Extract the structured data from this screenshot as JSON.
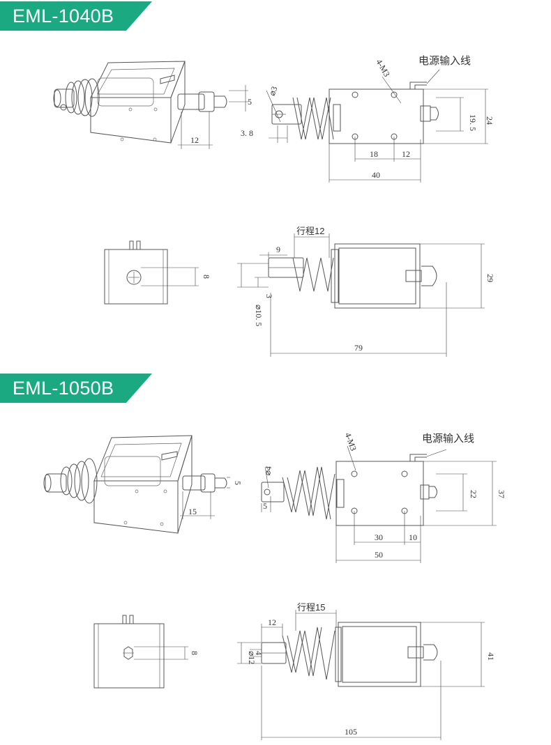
{
  "sections": [
    {
      "model": "EML-1040B",
      "power_label": "电源输入线",
      "dims": {
        "screw": "4-M3",
        "hole": "⌀3",
        "d_38": "3. 8",
        "d_5": "5",
        "d_12_iso": "12",
        "d_195": "19. 5",
        "d_24": "24",
        "d_18": "18",
        "d_12": "12",
        "d_40": "40",
        "stroke": "行程12",
        "d_9": "9",
        "d_8": "8",
        "d_3": "3",
        "d_105": "⌀10. 5",
        "d_29": "29",
        "d_79": "79"
      }
    },
    {
      "model": "EML-1050B",
      "power_label": "电源输入线",
      "dims": {
        "screw": "4-M3",
        "hole": "⌀4",
        "d_5b": "5",
        "d_5": "5",
        "d_15_iso": "15",
        "d_22": "22",
        "d_37": "37",
        "d_30": "30",
        "d_10": "10",
        "d_50": "50",
        "stroke": "行程15",
        "d_12top": "12",
        "d_8": "8",
        "d_12dia": "⌀12",
        "d_4": "4",
        "d_41": "41",
        "d_105": "105"
      }
    }
  ]
}
